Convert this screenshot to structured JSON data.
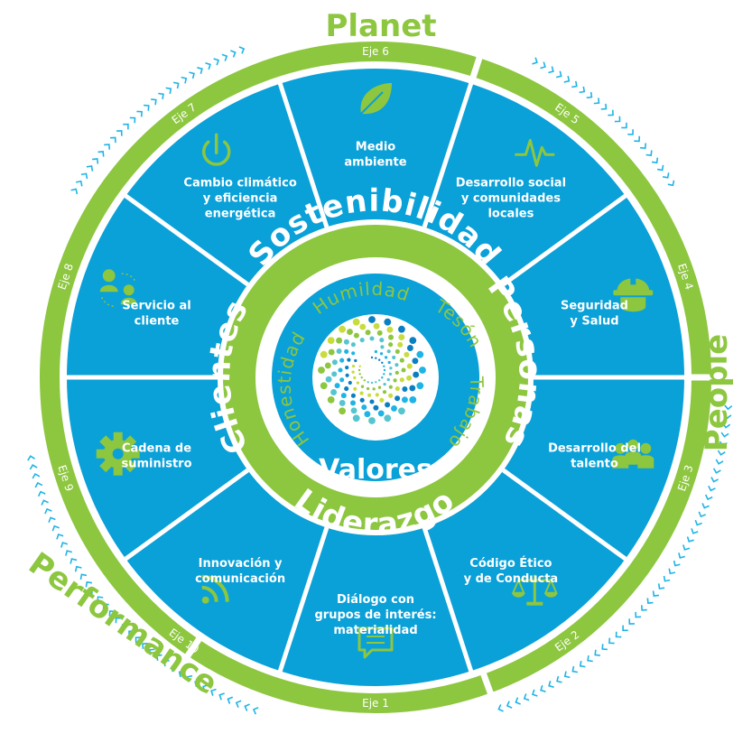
{
  "outer_labels": {
    "planet": "Planet",
    "people": "People",
    "performance": "Performance"
  },
  "axis_labels": [
    "Eje 1",
    "Eje 2",
    "Eje 3",
    "Eje 4",
    "Eje 5",
    "Eje 6",
    "Eje 7",
    "Eje 8",
    "Eje 9",
    "Eje 10"
  ],
  "segments": [
    {
      "lines": [
        "Medio",
        "ambiente"
      ],
      "icon": "leaf-icon"
    },
    {
      "lines": [
        "Desarrollo social",
        "y comunidades",
        "locales"
      ],
      "icon": "heartbeat-icon"
    },
    {
      "lines": [
        "Seguridad",
        "y Salud"
      ],
      "icon": "hard-hat-icon"
    },
    {
      "lines": [
        "Desarrollo del",
        "talento"
      ],
      "icon": "people-group-icon"
    },
    {
      "lines": [
        "Código Ético",
        "y de Conducta"
      ],
      "icon": "scales-icon"
    },
    {
      "lines": [
        "Diálogo con",
        "grupos de interés:",
        "materialidad"
      ],
      "icon": "chat-bubble-icon"
    },
    {
      "lines": [
        "Innovación y",
        "comunicación"
      ],
      "icon": "rss-icon"
    },
    {
      "lines": [
        "Cadena de",
        "suministro"
      ],
      "icon": "gear-icon"
    },
    {
      "lines": [
        "Servicio al",
        "cliente"
      ],
      "icon": "customer-service-icon"
    },
    {
      "lines": [
        "Cambio climático",
        "y eficiencia",
        "energética"
      ],
      "icon": "power-icon"
    }
  ],
  "inner_ring": {
    "sostenibilidad": "Sostenibilidad",
    "personas": "Personas",
    "liderazgo": "Liderazgo",
    "clientes": "Clientes"
  },
  "values": {
    "humildad": "Humildad",
    "tesón": "Tesón",
    "trabajo": "Trabajo",
    "honestidad": "Honestidad",
    "title": "Valores"
  },
  "colors": {
    "green": "#8dc63f",
    "blue": "#0aa0d8",
    "arrow_blue": "#1eb4e6",
    "white": "#ffffff"
  }
}
